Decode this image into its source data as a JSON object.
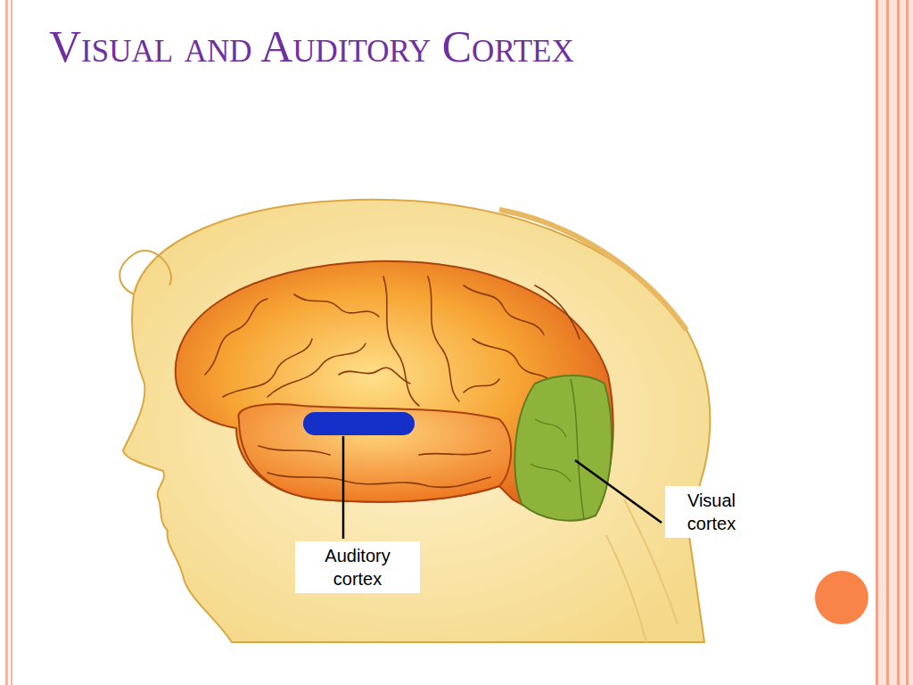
{
  "diagram": {
    "title": "Visual and Auditory Cortex",
    "labels": [
      "Visual cortex",
      "Auditory cortex"
    ]
  }
}
